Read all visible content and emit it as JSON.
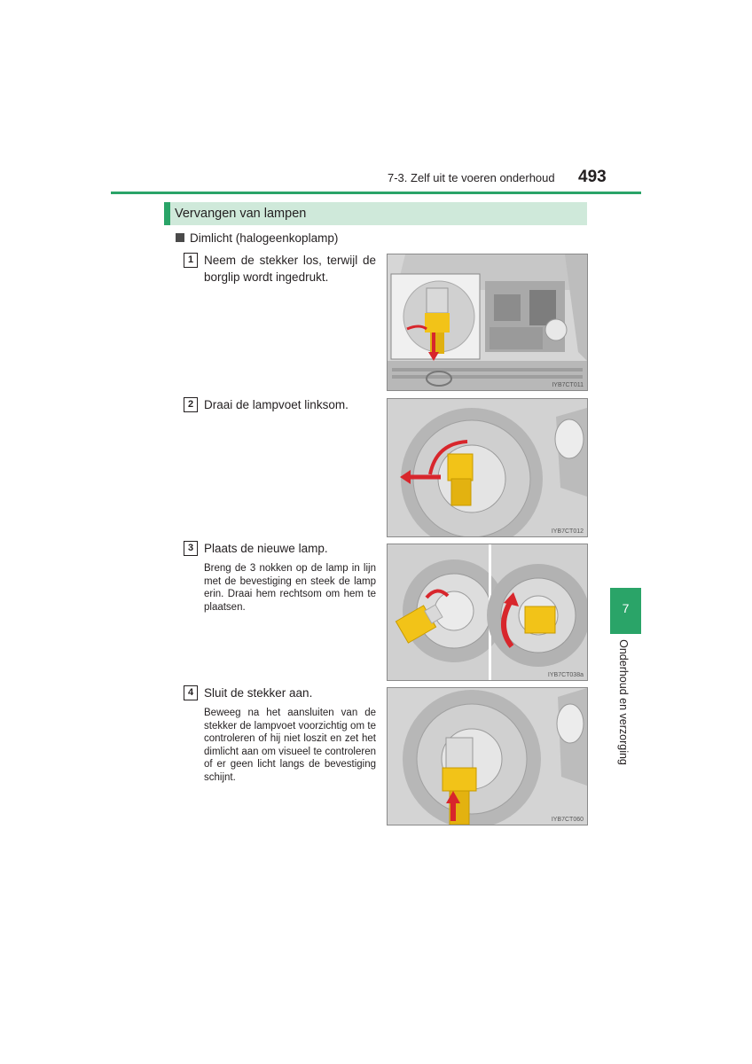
{
  "header": {
    "section": "7-3. Zelf uit te voeren onderhoud",
    "page_number": "493"
  },
  "section_title": "Vervangen van lampen",
  "subsection_title": "Dimlicht (halogeenkoplamp)",
  "steps": [
    {
      "number": "1",
      "text": "Neem de stekker los, terwijl de borglip wordt ingedrukt.",
      "image_code": "IYB7CT011"
    },
    {
      "number": "2",
      "text": "Draai de lampvoet linksom.",
      "image_code": "IYB7CT012"
    },
    {
      "number": "3",
      "text": "Plaats de nieuwe lamp.",
      "note": "Breng de 3 nokken op de lamp in lijn met de bevestiging en steek de lamp erin. Draai hem rechtsom om hem te plaatsen.",
      "image_code": "IYB7CT038a"
    },
    {
      "number": "4",
      "text": "Sluit de stekker aan.",
      "note": "Beweeg na het aansluiten van de stekker de lampvoet voorzichtig om te controleren of hij niet loszit en zet het dimlicht aan om visueel te controleren of er geen licht langs de bevestiging schijnt.",
      "image_code": "IYB7CT060"
    }
  ],
  "side_tab": {
    "chapter": "7",
    "label": "Onderhoud en verzorging"
  },
  "colors": {
    "accent_green": "#2aa468",
    "section_bar": "#cfe9da",
    "arrow_red": "#d8262c",
    "bulb_yellow": "#f2c318"
  }
}
